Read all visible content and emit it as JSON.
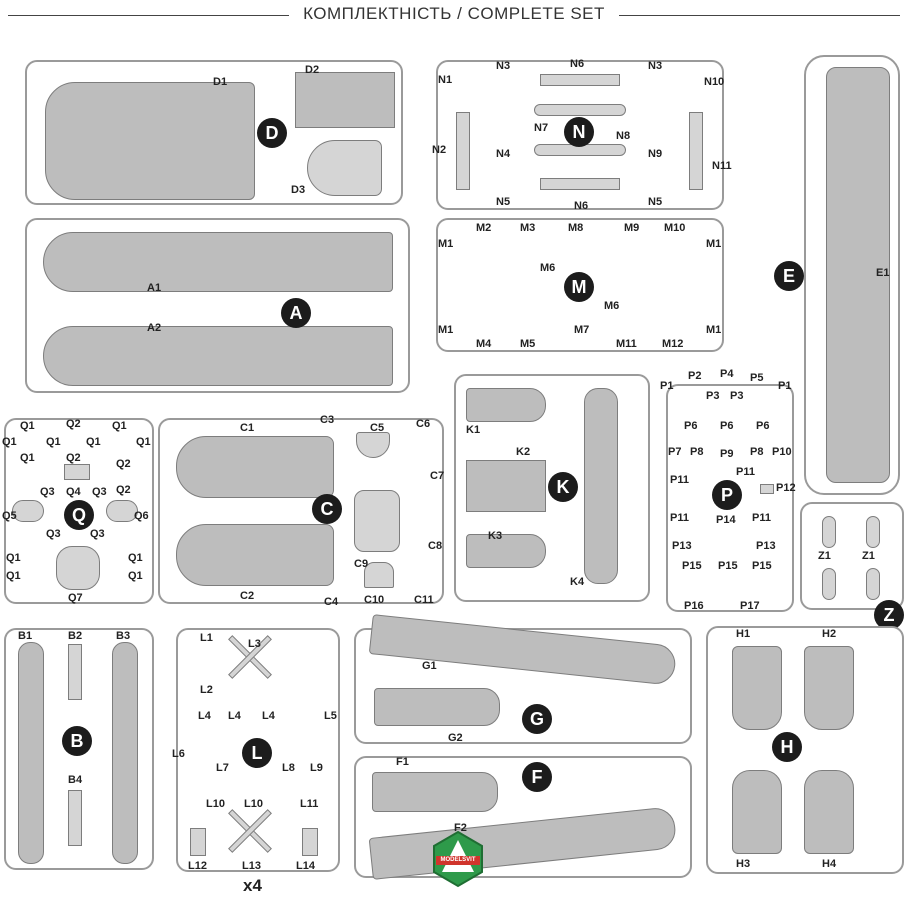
{
  "header": {
    "title": "КОМПЛЕКТНІСТЬ / COMPLETE SET"
  },
  "sprues": {
    "D": {
      "badge": "D",
      "labels": [
        "D1",
        "D2",
        "D3"
      ]
    },
    "A": {
      "badge": "A",
      "labels": [
        "A1",
        "A2"
      ]
    },
    "N": {
      "badge": "N",
      "labels": [
        "N1",
        "N2",
        "N3",
        "N3",
        "N4",
        "N5",
        "N5",
        "N6",
        "N6",
        "N7",
        "N8",
        "N9",
        "N10",
        "N11"
      ]
    },
    "M": {
      "badge": "M",
      "labels": [
        "M1",
        "M2",
        "M3",
        "M8",
        "M9",
        "M10",
        "M1",
        "M6",
        "M6",
        "M1",
        "M4",
        "M5",
        "M7",
        "M11",
        "M12",
        "M1"
      ]
    },
    "E": {
      "badge": "E",
      "labels": [
        "E1"
      ]
    },
    "Q": {
      "badge": "Q",
      "labels": [
        "Q1",
        "Q2",
        "Q1",
        "Q1",
        "Q2",
        "Q1",
        "Q1",
        "Q1",
        "Q1",
        "Q2",
        "Q3",
        "Q4",
        "Q3",
        "Q2",
        "Q5",
        "Q6",
        "Q3",
        "Q3",
        "Q1",
        "Q1",
        "Q1",
        "Q1",
        "Q7"
      ]
    },
    "C": {
      "badge": "C",
      "labels": [
        "C1",
        "C3",
        "C5",
        "C6",
        "C7",
        "C9",
        "C8",
        "C2",
        "C4",
        "C10",
        "C11"
      ]
    },
    "K": {
      "badge": "K",
      "labels": [
        "K1",
        "K2",
        "K3",
        "K4"
      ]
    },
    "P": {
      "badge": "P",
      "labels": [
        "P1",
        "P2",
        "P4",
        "P5",
        "P1",
        "P3",
        "P3",
        "P6",
        "P6",
        "P6",
        "P7",
        "P8",
        "P9",
        "P8",
        "P10",
        "P11",
        "P11",
        "P12",
        "P11",
        "P14",
        "P11",
        "P13",
        "P13",
        "P15",
        "P15",
        "P15",
        "P16",
        "P17"
      ]
    },
    "Z": {
      "badge": "Z",
      "labels": [
        "Z1",
        "Z1"
      ]
    },
    "B": {
      "badge": "B",
      "labels": [
        "B1",
        "B2",
        "B3",
        "B4"
      ]
    },
    "L": {
      "badge": "L",
      "labels": [
        "L1",
        "L3",
        "L2",
        "L4",
        "L4",
        "L4",
        "L5",
        "L6",
        "L7",
        "L8",
        "L9",
        "L10",
        "L10",
        "L11",
        "L12",
        "L13",
        "L14"
      ],
      "multiplier": "x4"
    },
    "G": {
      "badge": "G",
      "labels": [
        "G1",
        "G2"
      ]
    },
    "F": {
      "badge": "F",
      "labels": [
        "F1",
        "F2"
      ]
    },
    "H": {
      "badge": "H",
      "labels": [
        "H1",
        "H2",
        "H3",
        "H4"
      ]
    }
  },
  "logo": {
    "text": "MODELSVIT",
    "icon": "modelsvit-logo-icon"
  }
}
